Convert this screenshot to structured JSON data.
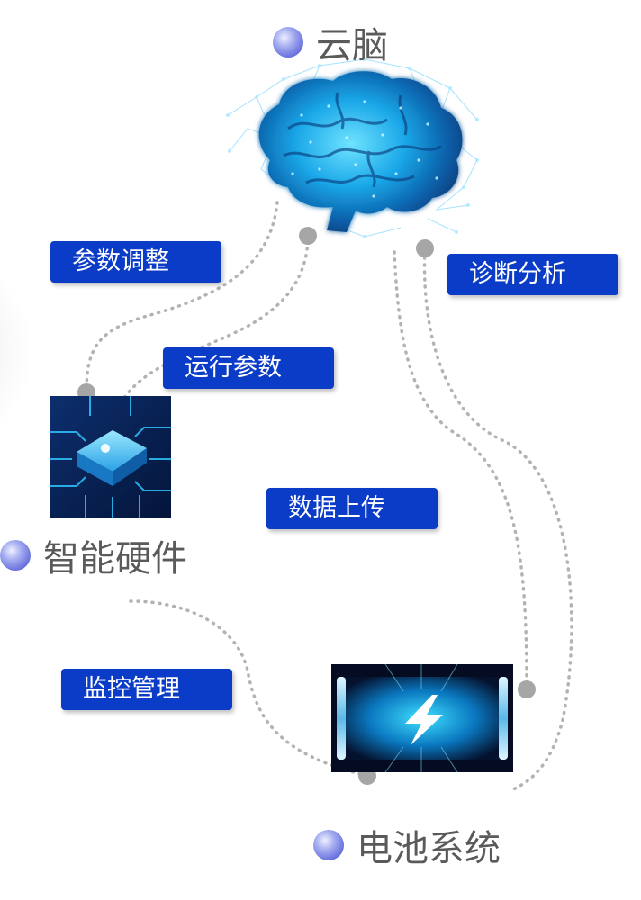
{
  "nodes": {
    "cloud_brain": "云脑",
    "smart_hardware": "智能硬件",
    "battery_system": "电池系统"
  },
  "edge_labels": {
    "parameter_adjustment": "参数调整",
    "operating_parameters": "运行参数",
    "diagnostic_analysis": "诊断分析",
    "data_upload": "数据上传",
    "monitoring_management": "监控管理"
  },
  "colors": {
    "label_bg": "#0b3cc8",
    "label_text": "#ffffff",
    "node_text": "#5a5a5a",
    "connector": "#b3b3b3",
    "bullet": "#6f78e0"
  },
  "icons": {
    "brain": "glowing-brain-icon",
    "chip": "circuit-chip-icon",
    "battery": "lightning-battery-icon"
  }
}
